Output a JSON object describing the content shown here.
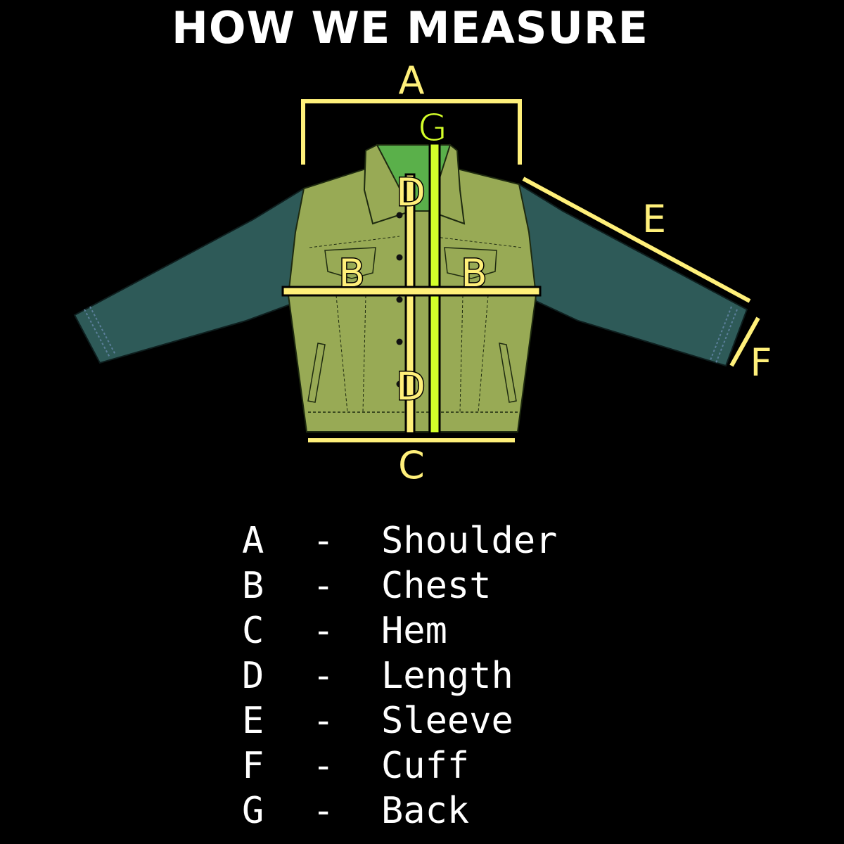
{
  "title": "HOW WE MEASURE",
  "colors": {
    "guide": "#fff07a",
    "back_guide": "#d4ff2a",
    "body": "#98aa55",
    "sleeve": "#2e5a58",
    "collar_lining": "#5ab04a"
  },
  "markers": {
    "A": "A",
    "B_left": "B",
    "B_right": "B",
    "C": "C",
    "D_top": "D",
    "D_bottom": "D",
    "E": "E",
    "F": "F",
    "G": "G"
  },
  "legend": [
    {
      "letter": "A",
      "dash": "-",
      "label": "Shoulder"
    },
    {
      "letter": "B",
      "dash": "-",
      "label": "Chest"
    },
    {
      "letter": "C",
      "dash": "-",
      "label": "Hem"
    },
    {
      "letter": "D",
      "dash": "-",
      "label": "Length"
    },
    {
      "letter": "E",
      "dash": "-",
      "label": "Sleeve"
    },
    {
      "letter": "F",
      "dash": "-",
      "label": "Cuff"
    },
    {
      "letter": "G",
      "dash": "-",
      "label": "Back"
    }
  ]
}
